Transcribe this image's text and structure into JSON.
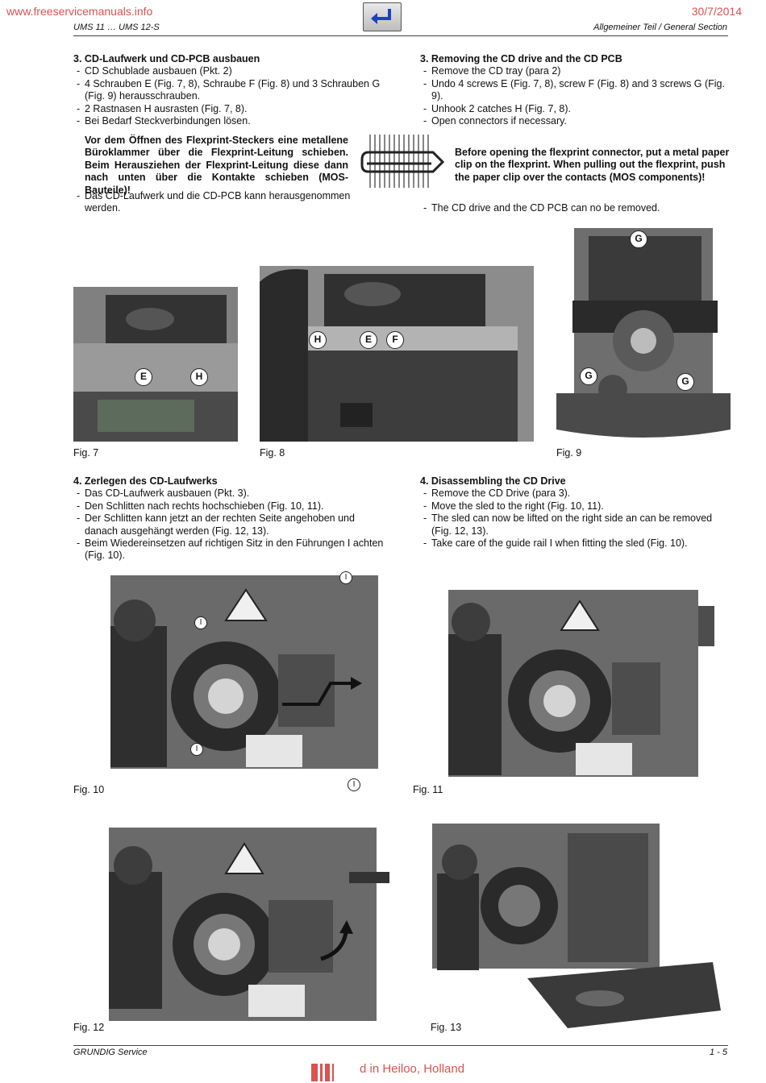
{
  "header": {
    "source_link": "www.freeservicemanuals.info",
    "date": "30/7/2014",
    "model": "UMS 11 … UMS 12-S",
    "section": "Allgemeiner Teil / General Section"
  },
  "de": {
    "s3_title": "3. CD-Laufwerk und CD-PCB ausbauen",
    "s3_items": [
      "CD Schublade ausbauen (Pkt. 2)",
      "4 Schrauben E (Fig. 7, 8), Schraube F (Fig. 8) und 3 Schrauben G (Fig. 9) herausschrauben.",
      "2 Rastnasen H ausrasten (Fig. 7, 8).",
      "Bei Bedarf Steckverbindungen lösen."
    ],
    "warning": "Vor dem Öffnen des Flexprint-Steckers eine metallene Büroklammer über die Flexprint-Leitung schieben. Beim Herausziehen der Flexprint-Leitung diese dann nach unten über die Kontakte schieben (MOS-Bauteile)!",
    "s3_after": "Das CD-Laufwerk und die CD-PCB kann herausgenommen werden.",
    "s4_title": "4. Zerlegen des CD-Laufwerks",
    "s4_items": [
      "Das CD-Laufwerk ausbauen (Pkt. 3).",
      "Den Schlitten nach rechts hochschieben (Fig. 10, 11).",
      "Der Schlitten kann jetzt an der rechten Seite angehoben und danach ausgehängt werden (Fig. 12, 13).",
      "Beim Wiedereinsetzen auf richtigen Sitz in den Führungen I achten (Fig. 10)."
    ]
  },
  "en": {
    "s3_title": "3. Removing the CD drive and the CD PCB",
    "s3_items": [
      "Remove the CD tray (para 2)",
      "Undo 4 screws E (Fig. 7, 8), screw F (Fig. 8) and 3 screws G (Fig. 9).",
      "Unhook 2 catches H (Fig. 7, 8).",
      "Open connectors if necessary."
    ],
    "warning": "Before opening the flexprint connector, put a metal paper clip on the flexprint. When pulling out the flexprint, push the paper clip over the contacts (MOS components)!",
    "s3_after": "The CD drive and the CD PCB can no be removed.",
    "s4_title": "4. Disassembling the CD Drive",
    "s4_items": [
      "Remove the CD Drive (para 3).",
      "Move the sled to the right (Fig. 10, 11).",
      "The sled can now be lifted on the right side an can be removed (Fig. 12, 13).",
      "Take care of the guide rail I when fitting the sled (Fig. 10)."
    ]
  },
  "figures": {
    "fig7": "Fig. 7",
    "fig8": "Fig. 8",
    "fig9": "Fig. 9",
    "fig10": "Fig. 10",
    "fig11": "Fig. 11",
    "fig12": "Fig. 12",
    "fig13": "Fig. 13"
  },
  "labels": {
    "e": "E",
    "f": "F",
    "g": "G",
    "h": "H",
    "i": "I"
  },
  "footer": {
    "brand": "GRUNDIG Service",
    "page": "1 - 5",
    "bottom": "d in Heiloo, Holland"
  },
  "colors": {
    "link": "#d9534f",
    "photo": "#7a7a7a"
  }
}
